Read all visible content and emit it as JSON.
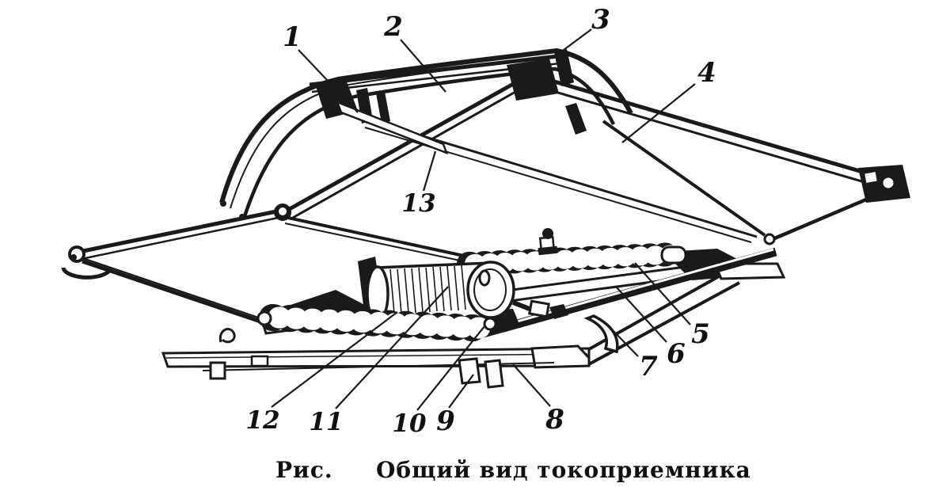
{
  "figure": {
    "caption": {
      "label": "Рис.",
      "title": "Общий вид токоприемника"
    },
    "callouts": [
      "1",
      "2",
      "3",
      "4",
      "5",
      "6",
      "7",
      "8",
      "9",
      "10",
      "11",
      "12",
      "13"
    ],
    "colors": {
      "ink": "#1a1a1a",
      "paper": "#ffffff"
    }
  }
}
